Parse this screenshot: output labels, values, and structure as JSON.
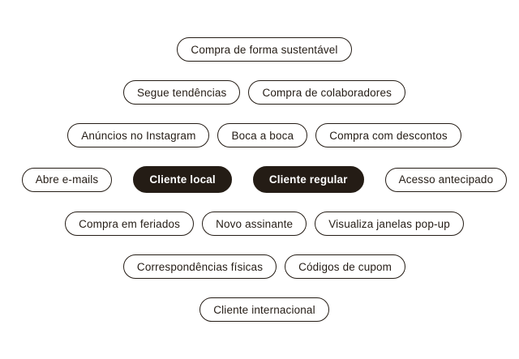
{
  "page": {
    "background": "#ffffff"
  },
  "colors": {
    "pill_border": "#241c15",
    "pill_text": "#241c15",
    "pill_bg": "#ffffff",
    "selected_bg": "#241c15",
    "selected_text": "#ffffff"
  },
  "tags": {
    "rows": [
      {
        "items": [
          {
            "label": "Compra de forma sustentável",
            "variant": "default"
          }
        ]
      },
      {
        "items": [
          {
            "label": "Segue tendências",
            "variant": "default"
          },
          {
            "label": "Compra de colaboradores",
            "variant": "default"
          }
        ]
      },
      {
        "items": [
          {
            "label": "Anúncios no Instagram",
            "variant": "default"
          },
          {
            "label": "Boca a boca",
            "variant": "default"
          },
          {
            "label": "Compra com descontos",
            "variant": "default"
          }
        ]
      },
      {
        "items": [
          {
            "label": "Abre e-mails",
            "variant": "default"
          },
          {
            "label": "Cliente local",
            "variant": "selected"
          },
          {
            "label": "Cliente regular",
            "variant": "selected"
          },
          {
            "label": "Acesso antecipado",
            "variant": "default"
          }
        ]
      },
      {
        "items": [
          {
            "label": "Compra em feriados",
            "variant": "default"
          },
          {
            "label": "Novo assinante",
            "variant": "default"
          },
          {
            "label": "Visualiza janelas pop-up",
            "variant": "default"
          }
        ]
      },
      {
        "items": [
          {
            "label": "Correspondências físicas",
            "variant": "default"
          },
          {
            "label": "Códigos de cupom",
            "variant": "default"
          }
        ]
      },
      {
        "items": [
          {
            "label": "Cliente internacional",
            "variant": "default"
          }
        ]
      }
    ]
  }
}
